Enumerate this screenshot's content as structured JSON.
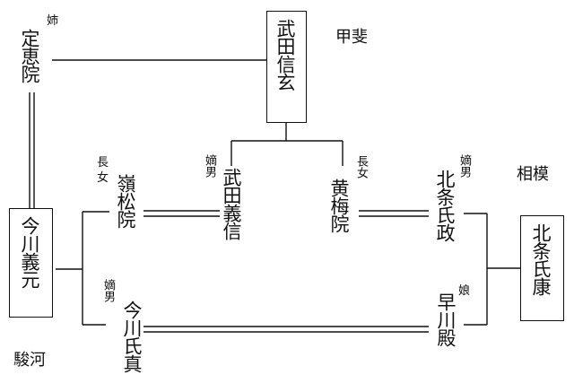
{
  "diagram": {
    "nodes": {
      "takeda_shingen": "武田信玄",
      "imagawa_yoshimoto": "今川義元",
      "hojo_ujiyasu": "北条氏康",
      "jokeiin": "定恵院",
      "reishoin": "嶺松院",
      "takeda_yoshinobu": "武田義信",
      "obaiin": "黄梅院",
      "hojo_ujimasa": "北条氏政",
      "imagawa_ujizane": "今川氏真",
      "hayakawa_dono": "早川殿"
    },
    "relations": {
      "jokeiin": "姉",
      "reishoin": "長女",
      "takeda_yoshinobu": "嫡男",
      "obaiin": "長女",
      "hojo_ujimasa": "嫡男",
      "imagawa_ujizane": "嫡男",
      "hayakawa_dono": "娘"
    },
    "provinces": {
      "kai": "甲斐",
      "sagami": "相模",
      "suruga": "駿河"
    }
  }
}
